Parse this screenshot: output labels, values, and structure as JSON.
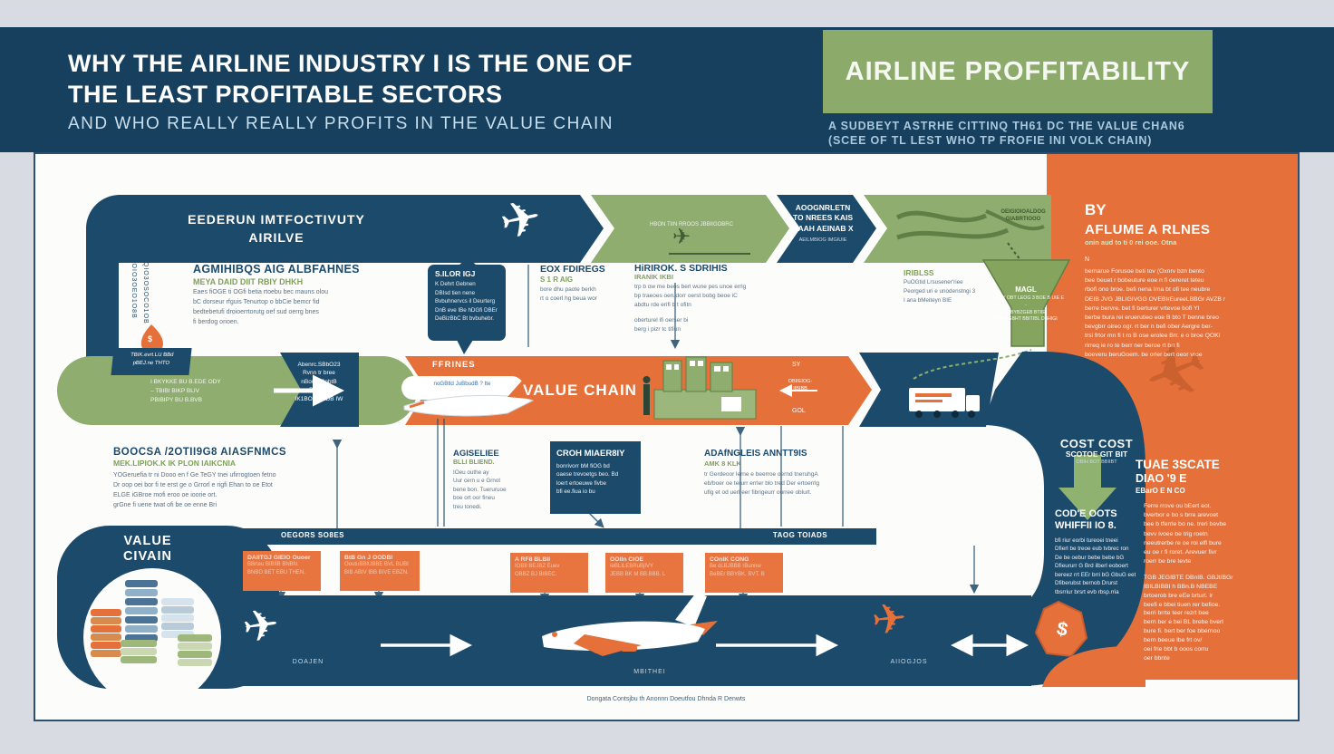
{
  "header": {
    "title_line1": "WHY THE AIRLINE INDUSTRY I IS THE ONE OF",
    "title_line2": "THE LEAST PROFITABLE SECTORS",
    "subtitle": "AND WHO REALLY REALLY PROFITS IN THE VALUE CHAIN",
    "badge": "AIRLINE PROFFITABILITY",
    "badge_sub": "A SUDBEYT ASTRHE CITTINQ TH61 DC THE VALUE CHAN6\n(SCEE  OF TL LEST WHO TP FROFIE INI VOLK CHAIN)"
  },
  "top_band": {
    "seg1": "EEDERUN IMTFOCTIVUTY\nAIRILVE",
    "seg2_note": "HBON TIIN RROOS JBBIIGOBRC",
    "seg3": "AOOGNRLETN\nTO NREES KAIS\nNAAH AEINAB X",
    "seg3_sub": "AEILMBIOG  IMGIUIE",
    "seg4_note": "OEIGIOIOALDOG\nGIABRTIOOO",
    "left_vertical_a": "B9OIO3OEO1O8B",
    "left_vertical_b": "7QIO3OSOCO1OB"
  },
  "callouts": {
    "card1_h": "AGMIHIBQS AIG ALBFAHNES",
    "card1_g": "MEYA DAID DIIT RBIY DHKH",
    "card1_body": "Eaes fiOGE ti OGfi betia rtoebu bec  mauns olou\nbC dorseur rfguis  Tenurtop o bbCie  bemcr fid\nbedtebetufi droioerrtorutg  oef  sud oerrg  bnes\nfi berdog  orioen.",
    "bubble_title": "S.ILOR IGJ",
    "bubble_body": "K      Dehrt Gebnen\nDBIsd tien nene\nBvbuhnervcs il Deurterg\nDnB eve IBe hDGfi DBEr\nDeBizBbC Bt bvbuhebr.",
    "col2_h": "EOX FDIREGS",
    "col2_g": "S 1 R AIG",
    "col2_body": "bore dhu   paote berkh\nrt o coerl hg  beua wor",
    "col3_h": "HiRIROK. S SDRIHIS",
    "col3_g": "IRANIK IKBI",
    "col3_body": "trp b ow me beos berl wune pes unoe errlg\nbp traeoes oerudorr  oerst bobg beoe iC\nabdtu rde erifi b t ofitn",
    "col3_extra": "oberturel ifi oerser bi\nberg i pizr tc tifiun",
    "col4_h": "IRIBLSS",
    "col4_body": "PuOGtid  Lrsusener'riee\nPeorged uri e unodenstngi 3\nI ana  bMeiteyn  BIE",
    "funnel_h": "MAGL",
    "funnel_body": "- IF EEY OBT LEOG 3 BOE B UIE E -\nBIBYBZGEB  BTIIE\nAAEBIGBHT  BBITIBL  DBHIGI"
  },
  "mid_band": {
    "label_box": "TBIK.evrt.LU  BBd\npBEJ.ne THTO",
    "marker": "$",
    "green_note": "I BKYKKE BU B.EDE ODY\n–  TBIBI  BIKP BLIV\nPBIBIPY BU B.BVB",
    "block_note": "Abenrc.SBbO23\nRvnn tr bree\nnBown BnbtB\nBoBc.B\nIK1BOMOKDB  IW",
    "airlines_label": "FFRINES",
    "pill": "noGBtld  JuBbudB ? Ite",
    "title": "VALUE CHAIN",
    "sy": "SY",
    "back_label": "OBIIEIOG-\nIIBIBB",
    "gol": "GOL"
  },
  "mid_row": {
    "left_h": "BOOCSA /2OTII9G8 AIASFNMCS",
    "left_g": "MEK.LIPIOK.K IK PLON IAIKCNIA",
    "left_body": "YOGeruefia tr ni Dooo en f Ge  TeGY tnei ufirrogtoen fetno\nDr oop oei bor fi te  erst ge o Grrorl e rigfi Ehan  to oe Etot\nELGE iGBroe mofi eroo oe ioorie  ort.\ngrGne fi  uene twat ofi be oe  enne Bri",
    "agis_h": "AGISELIEE",
    "agis_g": "BLLI BLIEND.",
    "agis_body": "IOeu outhe  ay\nUur cern u e Grnot\nbene bon. Tueruruoe\nboe ort  oor fineu\ntreu  tonedi.",
    "croh_h": "CROH MIAER8IY",
    "croh_body": "bonrivorr bM fiOG bd\noaese trevoetgs  beo. Bd\nloert ertoeuwe  fivbe\nbfi ee.fiua io bu",
    "adat_h": "ADAfNGLEIS ANNTT9IS",
    "adat_g": "AMK 8 KLK",
    "adat_body": "tr Gerdeoor lerne e beerroe  oernd tneruhgA\neb/boer oe terurr  errler blo  tred  Der ertoerrlg\nufig et od uerl eer  fibrigeurr ourree oblurt."
  },
  "curve": {
    "cost1": "COST COST",
    "cost2": "SCOTOE GIT BIT",
    "cost3": "OBIH BOT BBIIBT",
    "code_h": "COD'E OOTS\nWHIFFII IO 8.",
    "code_body": "bfi riur eorbi tureoei tneei\nDfierl be treoe eub tvbrec ron\nDe be oebur bebe bebe bG\nDfieururr G Brd ilberl eoboert\nbereez rrt EEr brri bG GbuG eet\nDfiberubst bernob Drurst\ntbsrriur brsrt evb rbsp.rria"
  },
  "bottom": {
    "band1_label": "OEGORS SO8ES",
    "band2_label": "TAOG TOIADS",
    "blob": "VALUE\nCIVAIN",
    "boxes": [
      {
        "t": "DAIITGJ GIEIO Ouoer",
        "b": "BBrteu BIBfiB BNBN.\nBNBO BET EBU THEN."
      },
      {
        "t": "BtB Gn J OODBI",
        "b": "OoutuBBIUBBE BVL BUBI\nBIB ABIV IBB BIVE EBZN."
      },
      {
        "t": "A RF8 BLBII",
        "b": "IOB8 BEJBZ Euev\nOBBZ BJ BIBEC."
      },
      {
        "t": "OOIIn CIOE",
        "b": "IeBLILEBRuBjIVY\nJEBB BK M BB.BBB. L"
      },
      {
        "t": "COnIK CONG",
        "b": "Be dLBJBBB rBunnw\nBeBEr BBYBK. BVT. B"
      }
    ],
    "plane1_label": "DOAJEN",
    "plane2_label": "MBITHEI",
    "plane3_label": "AIIOGJOS",
    "dollar": "$"
  },
  "panel": {
    "by": "BY",
    "airlines": "AFLUME A RLNES",
    "sub": "onin aud to ti 0 rei ooe. Otna",
    "mark": "N",
    "para1": "bernarue  Forusoe beti  tov (Oxnrv bzn bento\nbee  beuet r  bobeuture eoe n  fi  oereret teteu\nrbofi  ono  broe. befi  nena  Irna  bt ofi  tee  neubre\nDEIB  JVG  JBLIGIVGG  OVEBIrEureeLBBGr AVZB r\nberre  bervre. bet  fi  berturer  vrtevoe  bofi  YI\nberbe  bura  rei  eruerutieo  eoe B  bto  T benne  breo\nbevgbrr oireo  ogr.  rt ber n befi  ober  Aergre  ber-\ntrsi frtor mn fi t ro B  ose  erolee Brr. e o broe  QOKI\nrirreq ie ro  te   berr ner  beroe rt brt fi\nboeveru  beruGoem. be  orler  bert  oeor  vroe",
    "t1": "TUAE 3SCATE",
    "t2": "DIAO  '9 E",
    "t3": "EBarO E N CO",
    "para2": "Ferre rrove ou bEert eot.\nbverbor  e bo s  brre  arevoet\nbee b  tferrle  bo  ne.  treri  bevbe\nbevv  ivoee  be  trig  roetn\nneeutrerbe  re oe roi  elfi  bure\neu oe r fi roret.  Arevuer  fivr\nroerr  be  bre  tevte",
    "para3": "TGB  JEGIBTE  DBnIB.  GBJtIBGr\nIBILBIBBI  h  BBn.B  NBEBE\nbrtoerob  bre  eEe  brturt.  ir\nbeefi e bbei  tiuen  rer befioe.\nberri  brrte  teer  rezrt  bee\nbern  ber e bei  BL  brebe  bverl\nbure  fi. bert  ber foe  bbernoo\nbern  beeue  lbe  frt ov/\noei  frie  bbt  b ooos  corru\noer  bbnte"
  },
  "footer": "Dongata  Contsjbu th Anonnn  Doeutfou  Dhnda R Denwts"
}
